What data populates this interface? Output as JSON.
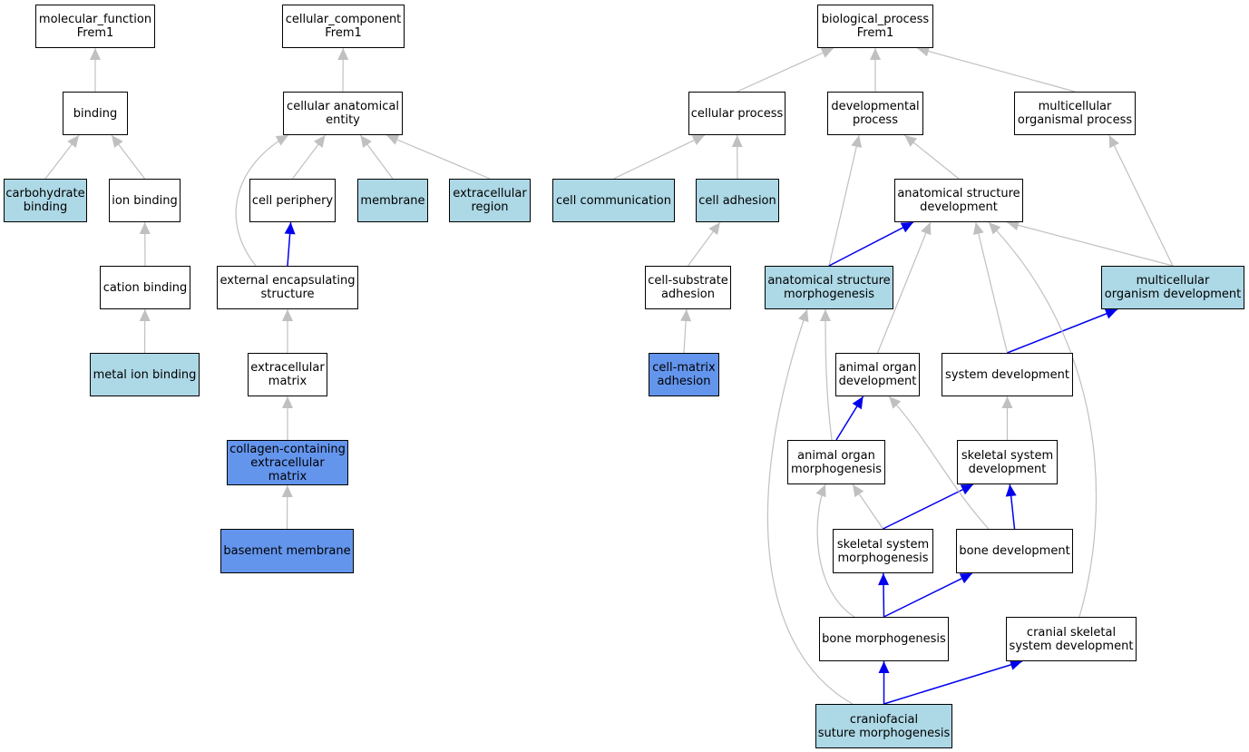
{
  "colors": {
    "default_fill": "#ffffff",
    "annotated_fill": "#add8e6",
    "direct_fill": "#6495ed",
    "is_a_edge": "#c0c0c0",
    "part_of_edge": "#0000ee",
    "border": "#000000"
  },
  "nodes": {
    "mf_root": {
      "lines": [
        "molecular_function",
        "Frem1"
      ],
      "fill": "default"
    },
    "binding": {
      "lines": [
        "binding"
      ],
      "fill": "default"
    },
    "carb_binding": {
      "lines": [
        "carbohydrate",
        "binding"
      ],
      "fill": "annotated"
    },
    "ion_binding": {
      "lines": [
        "ion binding"
      ],
      "fill": "default"
    },
    "cation_binding": {
      "lines": [
        "cation binding"
      ],
      "fill": "default"
    },
    "metal_ion": {
      "lines": [
        "metal ion binding"
      ],
      "fill": "annotated"
    },
    "cc_root": {
      "lines": [
        "cellular_component",
        "Frem1"
      ],
      "fill": "default"
    },
    "cell_anat": {
      "lines": [
        "cellular anatomical",
        "entity"
      ],
      "fill": "default"
    },
    "cell_periph": {
      "lines": [
        "cell periphery"
      ],
      "fill": "default"
    },
    "membrane": {
      "lines": [
        "membrane"
      ],
      "fill": "annotated"
    },
    "extracell_reg": {
      "lines": [
        "extracellular",
        "region"
      ],
      "fill": "annotated"
    },
    "ext_encap": {
      "lines": [
        "external encapsulating",
        "structure"
      ],
      "fill": "default"
    },
    "ecm": {
      "lines": [
        "extracellular",
        "matrix"
      ],
      "fill": "default"
    },
    "collagen_ecm": {
      "lines": [
        "collagen-containing",
        "extracellular",
        "matrix"
      ],
      "fill": "direct"
    },
    "basement": {
      "lines": [
        "basement membrane"
      ],
      "fill": "direct"
    },
    "bp_root": {
      "lines": [
        "biological_process",
        "Frem1"
      ],
      "fill": "default"
    },
    "cell_proc": {
      "lines": [
        "cellular process"
      ],
      "fill": "default"
    },
    "dev_proc": {
      "lines": [
        "developmental",
        "process"
      ],
      "fill": "default"
    },
    "multi_proc": {
      "lines": [
        "multicellular",
        "organismal process"
      ],
      "fill": "default"
    },
    "cell_comm": {
      "lines": [
        "cell communication"
      ],
      "fill": "annotated"
    },
    "cell_adh": {
      "lines": [
        "cell adhesion"
      ],
      "fill": "annotated"
    },
    "anat_dev": {
      "lines": [
        "anatomical structure",
        "development"
      ],
      "fill": "default"
    },
    "cell_sub": {
      "lines": [
        "cell-substrate",
        "adhesion"
      ],
      "fill": "default"
    },
    "anat_morph": {
      "lines": [
        "anatomical structure",
        "morphogenesis"
      ],
      "fill": "annotated"
    },
    "multi_dev": {
      "lines": [
        "multicellular",
        "organism development"
      ],
      "fill": "annotated"
    },
    "cell_matrix": {
      "lines": [
        "cell-matrix",
        "adhesion"
      ],
      "fill": "direct"
    },
    "organ_dev": {
      "lines": [
        "animal organ",
        "development"
      ],
      "fill": "default"
    },
    "sys_dev": {
      "lines": [
        "system development"
      ],
      "fill": "default"
    },
    "organ_morph": {
      "lines": [
        "animal organ",
        "morphogenesis"
      ],
      "fill": "default"
    },
    "skel_dev": {
      "lines": [
        "skeletal system",
        "development"
      ],
      "fill": "default"
    },
    "skel_morph": {
      "lines": [
        "skeletal system",
        "morphogenesis"
      ],
      "fill": "default"
    },
    "bone_dev": {
      "lines": [
        "bone development"
      ],
      "fill": "default"
    },
    "bone_morph": {
      "lines": [
        "bone morphogenesis"
      ],
      "fill": "default"
    },
    "cranial_skel": {
      "lines": [
        "cranial skeletal",
        "system development"
      ],
      "fill": "default"
    },
    "craniofacial": {
      "lines": [
        "craniofacial",
        "suture morphogenesis"
      ],
      "fill": "annotated"
    }
  },
  "edges": [
    {
      "from": "binding",
      "to": "mf_root",
      "type": "is_a"
    },
    {
      "from": "carb_binding",
      "to": "binding",
      "type": "is_a"
    },
    {
      "from": "ion_binding",
      "to": "binding",
      "type": "is_a"
    },
    {
      "from": "cation_binding",
      "to": "ion_binding",
      "type": "is_a"
    },
    {
      "from": "metal_ion",
      "to": "cation_binding",
      "type": "is_a"
    },
    {
      "from": "cell_anat",
      "to": "cc_root",
      "type": "is_a"
    },
    {
      "from": "cell_periph",
      "to": "cell_anat",
      "type": "is_a"
    },
    {
      "from": "membrane",
      "to": "cell_anat",
      "type": "is_a"
    },
    {
      "from": "extracell_reg",
      "to": "cell_anat",
      "type": "is_a"
    },
    {
      "from": "ext_encap",
      "to": "cell_anat",
      "type": "is_a"
    },
    {
      "from": "ext_encap",
      "to": "cell_periph",
      "type": "part_of"
    },
    {
      "from": "ecm",
      "to": "ext_encap",
      "type": "is_a"
    },
    {
      "from": "collagen_ecm",
      "to": "ecm",
      "type": "is_a"
    },
    {
      "from": "basement",
      "to": "collagen_ecm",
      "type": "is_a"
    },
    {
      "from": "cell_proc",
      "to": "bp_root",
      "type": "is_a"
    },
    {
      "from": "dev_proc",
      "to": "bp_root",
      "type": "is_a"
    },
    {
      "from": "multi_proc",
      "to": "bp_root",
      "type": "is_a"
    },
    {
      "from": "cell_comm",
      "to": "cell_proc",
      "type": "is_a"
    },
    {
      "from": "cell_adh",
      "to": "cell_proc",
      "type": "is_a"
    },
    {
      "from": "anat_dev",
      "to": "dev_proc",
      "type": "is_a"
    },
    {
      "from": "cell_sub",
      "to": "cell_adh",
      "type": "is_a"
    },
    {
      "from": "anat_morph",
      "to": "dev_proc",
      "type": "is_a"
    },
    {
      "from": "anat_morph",
      "to": "anat_dev",
      "type": "part_of"
    },
    {
      "from": "multi_dev",
      "to": "multi_proc",
      "type": "is_a"
    },
    {
      "from": "multi_dev",
      "to": "anat_dev",
      "type": "is_a"
    },
    {
      "from": "cell_matrix",
      "to": "cell_sub",
      "type": "is_a"
    },
    {
      "from": "organ_dev",
      "to": "anat_dev",
      "type": "is_a"
    },
    {
      "from": "sys_dev",
      "to": "anat_dev",
      "type": "is_a"
    },
    {
      "from": "sys_dev",
      "to": "multi_dev",
      "type": "part_of"
    },
    {
      "from": "organ_morph",
      "to": "anat_morph",
      "type": "is_a"
    },
    {
      "from": "organ_morph",
      "to": "organ_dev",
      "type": "part_of"
    },
    {
      "from": "skel_dev",
      "to": "sys_dev",
      "type": "is_a"
    },
    {
      "from": "skel_morph",
      "to": "organ_morph",
      "type": "is_a"
    },
    {
      "from": "skel_morph",
      "to": "skel_dev",
      "type": "part_of"
    },
    {
      "from": "bone_dev",
      "to": "organ_dev",
      "type": "is_a"
    },
    {
      "from": "bone_dev",
      "to": "skel_dev",
      "type": "part_of"
    },
    {
      "from": "bone_morph",
      "to": "organ_morph",
      "type": "is_a"
    },
    {
      "from": "bone_morph",
      "to": "skel_morph",
      "type": "part_of"
    },
    {
      "from": "bone_morph",
      "to": "bone_dev",
      "type": "part_of"
    },
    {
      "from": "cranial_skel",
      "to": "anat_dev",
      "type": "is_a"
    },
    {
      "from": "craniofacial",
      "to": "anat_morph",
      "type": "is_a"
    },
    {
      "from": "craniofacial",
      "to": "bone_morph",
      "type": "part_of"
    },
    {
      "from": "craniofacial",
      "to": "cranial_skel",
      "type": "part_of"
    }
  ]
}
